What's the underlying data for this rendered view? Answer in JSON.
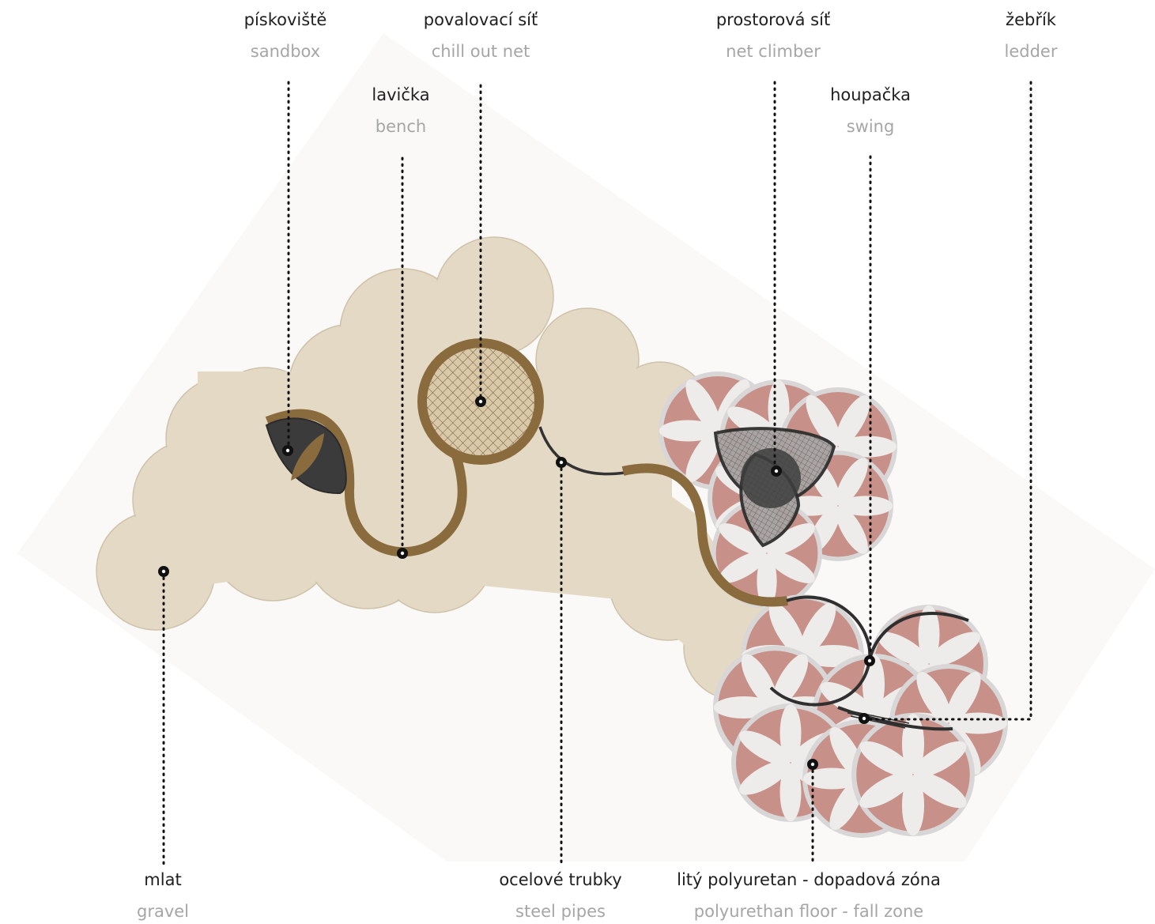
{
  "labels": {
    "sandbox": {
      "cz": "pískoviště",
      "en": "sandbox"
    },
    "chill_out_net": {
      "cz": "povalovací síť",
      "en": "chill out net"
    },
    "bench": {
      "cz": "lavička",
      "en": "bench"
    },
    "net_climber": {
      "cz": "prostorová síť",
      "en": "net climber"
    },
    "swing": {
      "cz": "houpačka",
      "en": "swing"
    },
    "ledder": {
      "cz": "žebřík",
      "en": "ledder"
    },
    "gravel": {
      "cz": "mlat",
      "en": "gravel"
    },
    "steel_pipes": {
      "cz": "ocelové trubky",
      "en": "steel pipes"
    },
    "fall_zone": {
      "cz": "litý polyuretan - dopadová zóna",
      "en": "polyurethan floor - fall zone"
    }
  },
  "colors": {
    "site": "#faf9f7",
    "gravel": "#e4d9c5",
    "gravel_edge": "#cfc2aa",
    "pipe": "#8a6b3e",
    "dark": "#3a3a3a",
    "floor_grey": "#d8d6d6",
    "floor_pink": "#c79088",
    "petal": "#eeecea"
  }
}
